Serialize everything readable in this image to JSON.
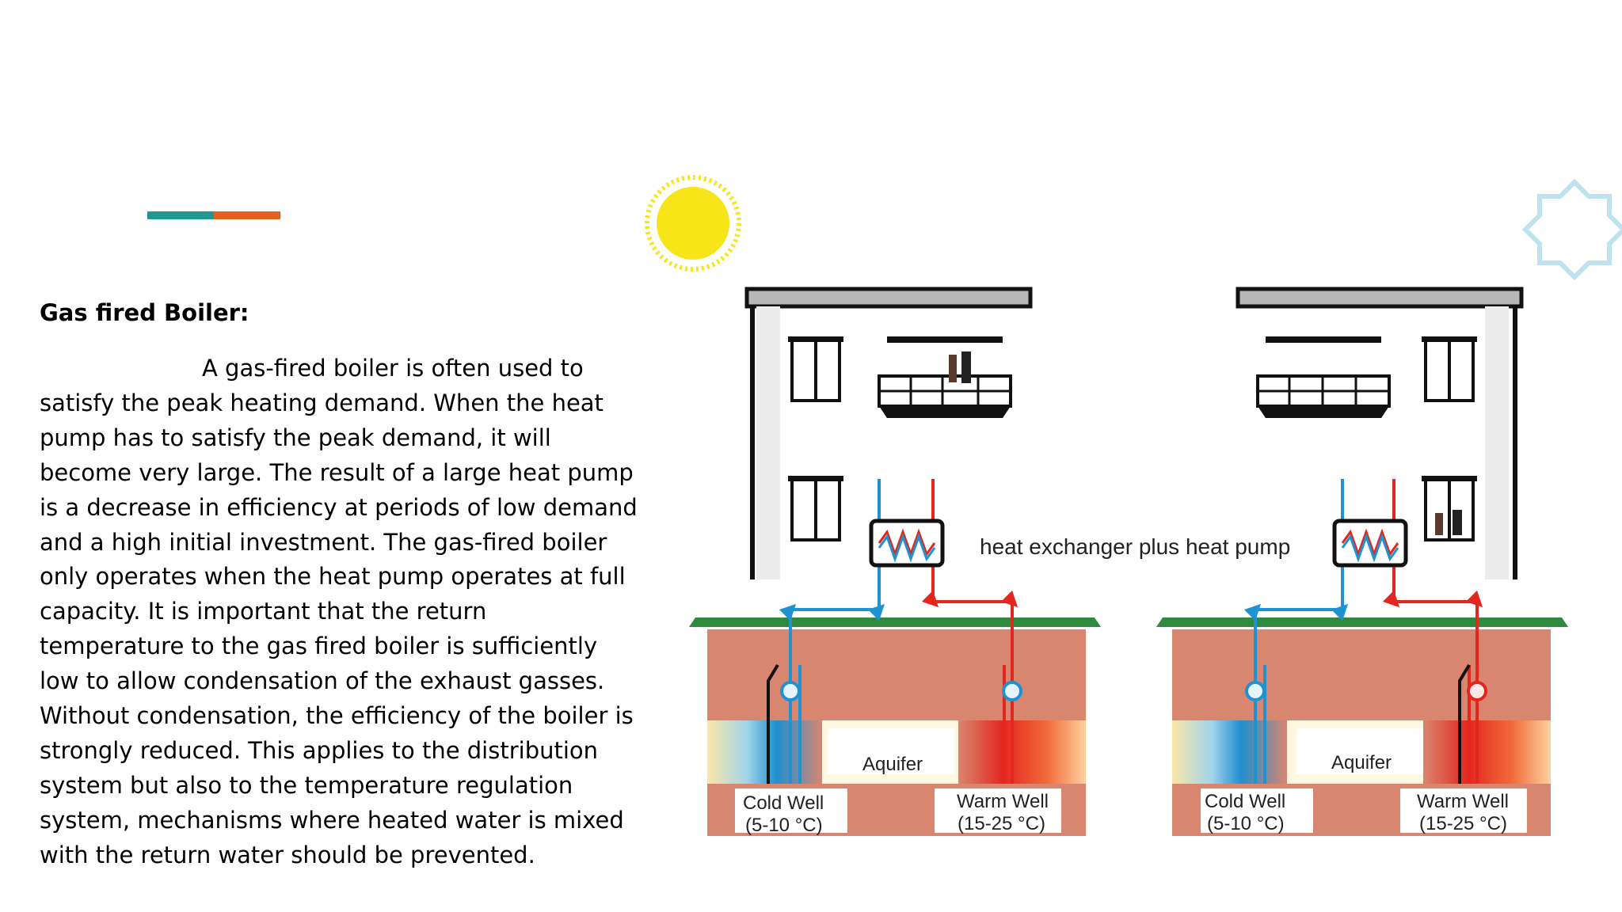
{
  "colors": {
    "accent_teal": "#1f9a92",
    "accent_orange": "#e2621e",
    "ground_green": "#2e8b3e",
    "earth": "#d8866f",
    "cold_pipe": "#1f93d1",
    "warm_pipe": "#e3271f",
    "sun": "#f7e51a"
  },
  "slide": {
    "heading": "Gas fired Boiler:",
    "paragraph_lines": [
      "A gas-fired boiler is often used to",
      "satisfy the peak heating demand. When the heat",
      "pump has to satisfy the peak demand, it will",
      "become very large. The result of a large heat pump",
      "is a decrease in efficiency at periods of low demand",
      "and a high initial investment. The gas-fired boiler",
      "only operates when the heat pump operates at full",
      "capacity. It is important that the return",
      "temperature to the gas fired boiler is sufficiently",
      "low to allow condensation of the exhaust gasses.",
      "Without condensation, the efficiency of the boiler is",
      "strongly reduced. This applies to the distribution",
      "system but also to the temperature regulation",
      "system, mechanisms where heated water is mixed",
      "with the return water should be prevented."
    ]
  },
  "diagram": {
    "center_label": "heat exchanger plus heat pump",
    "left": {
      "aquifer": "Aquifer",
      "cold_well": [
        "Cold Well",
        "(5-10 °C)"
      ],
      "warm_well": [
        "Warm Well",
        "(15-25 °C)"
      ]
    },
    "right": {
      "aquifer": "Aquifer",
      "cold_well": [
        "Cold Well",
        "(5-10 °C)"
      ],
      "warm_well": [
        "Warm Well",
        "(15-25 °C)"
      ]
    },
    "icons": {
      "sun": "sun-icon",
      "snowflake": "snowflake-icon"
    }
  }
}
